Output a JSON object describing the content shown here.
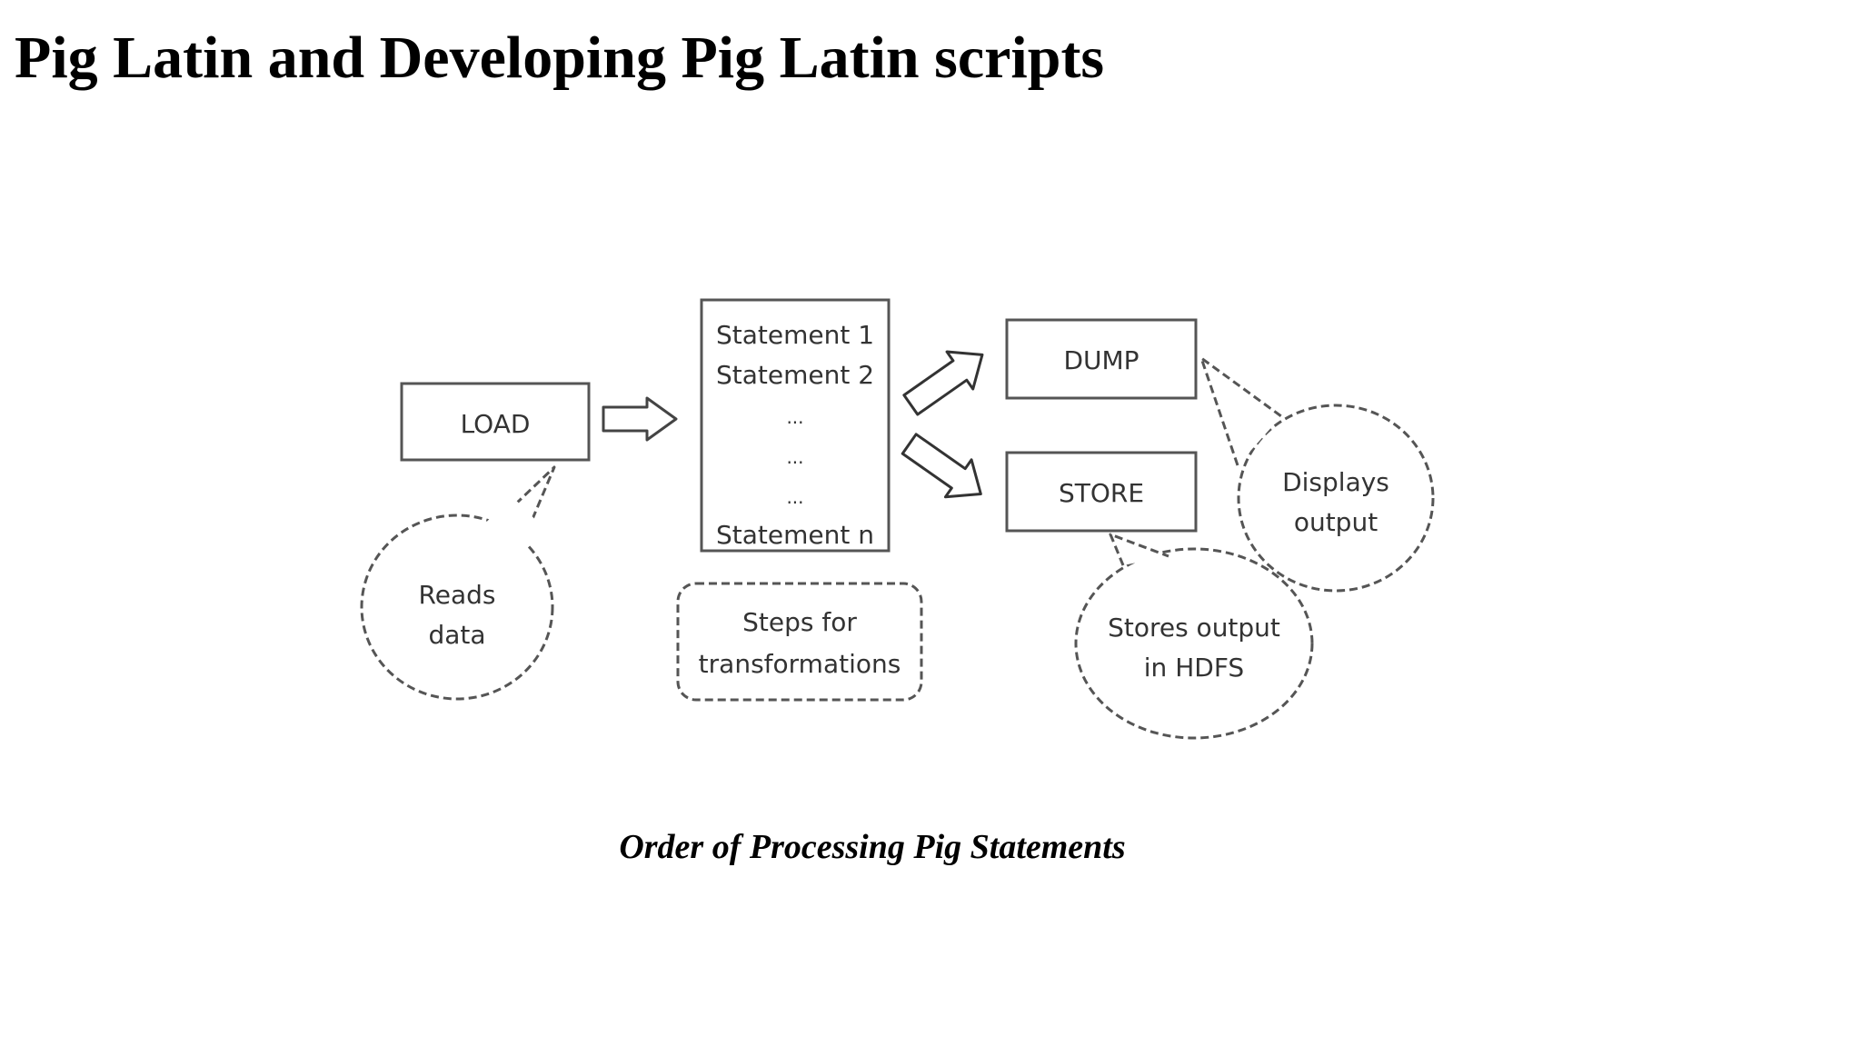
{
  "page": {
    "title": "Pig Latin and Developing Pig Latin scripts",
    "caption": "Order of Processing Pig Statements"
  },
  "diagram": {
    "nodes": {
      "load": "LOAD",
      "statements": [
        "Statement 1",
        "Statement 2",
        "...",
        "...",
        "...",
        "Statement n"
      ],
      "dump": "DUMP",
      "store": "STORE"
    },
    "callouts": {
      "reads_data": [
        "Reads",
        "data"
      ],
      "transformations": [
        "Steps for",
        "transformations"
      ],
      "displays_output": [
        "Displays",
        "output"
      ],
      "stores_output": [
        "Stores output",
        "in HDFS"
      ]
    }
  },
  "colors": {
    "stroke": "#555555",
    "text": "#333333",
    "background": "#ffffff"
  }
}
